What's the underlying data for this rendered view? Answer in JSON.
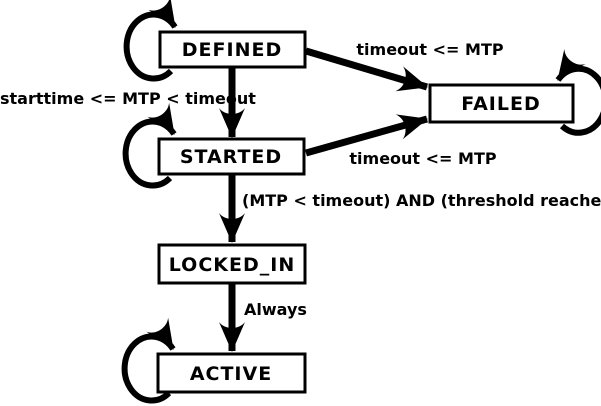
{
  "diagram": {
    "type": "state-machine",
    "colors": {
      "background": "#ffffff",
      "stroke": "#000000",
      "box_fill": "#ffffff",
      "text": "#000000"
    },
    "states": [
      {
        "id": "defined",
        "label": "DEFINED",
        "self_loop": true
      },
      {
        "id": "failed",
        "label": "FAILED",
        "self_loop": true
      },
      {
        "id": "started",
        "label": "STARTED",
        "self_loop": true
      },
      {
        "id": "locked_in",
        "label": "LOCKED_IN",
        "self_loop": false
      },
      {
        "id": "active",
        "label": "ACTIVE",
        "self_loop": true
      }
    ],
    "transitions": [
      {
        "from": "DEFINED",
        "to": "FAILED",
        "label": "timeout <= MTP"
      },
      {
        "from": "STARTED",
        "to": "FAILED",
        "label": "timeout <= MTP"
      },
      {
        "from": "DEFINED",
        "to": "STARTED",
        "label": "starttime <= MTP < timeout"
      },
      {
        "from": "STARTED",
        "to": "LOCKED_IN",
        "label": "(MTP < timeout) AND (threshold reached)"
      },
      {
        "from": "LOCKED_IN",
        "to": "ACTIVE",
        "label": "Always"
      }
    ],
    "self_transitions": [
      "DEFINED",
      "STARTED",
      "ACTIVE",
      "FAILED"
    ]
  }
}
